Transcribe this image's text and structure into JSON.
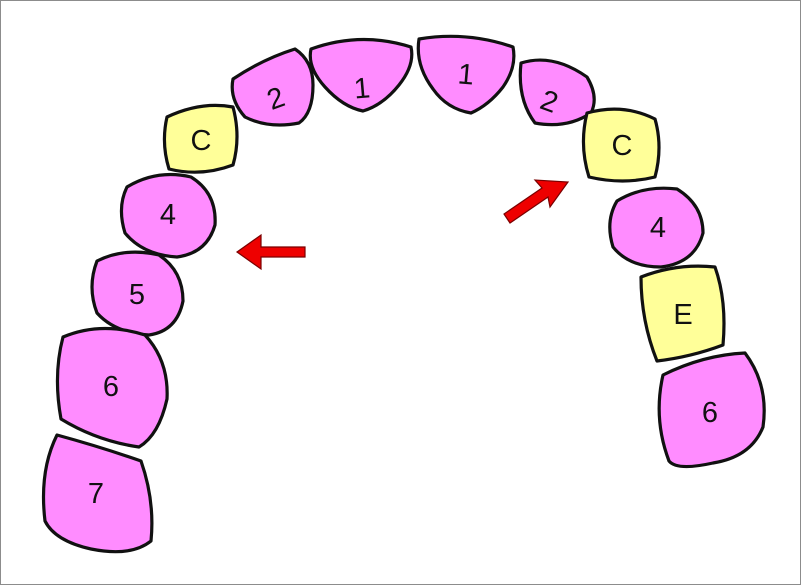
{
  "colors": {
    "permanent_tooth_fill": "#ff8cff",
    "primary_tooth_fill": "#ffff99",
    "outline": "#111111",
    "arrow": "#ee0000"
  },
  "arch": {
    "left_side": [
      {
        "label": "1",
        "type": "permanent"
      },
      {
        "label": "2",
        "type": "permanent"
      },
      {
        "label": "C",
        "type": "primary"
      },
      {
        "label": "4",
        "type": "permanent"
      },
      {
        "label": "5",
        "type": "permanent"
      },
      {
        "label": "6",
        "type": "permanent"
      },
      {
        "label": "7",
        "type": "permanent"
      }
    ],
    "right_side": [
      {
        "label": "1",
        "type": "permanent"
      },
      {
        "label": "2",
        "type": "permanent"
      },
      {
        "label": "C",
        "type": "primary"
      },
      {
        "label": "4",
        "type": "permanent"
      },
      {
        "label": "E",
        "type": "primary"
      },
      {
        "label": "6",
        "type": "permanent"
      }
    ]
  },
  "arrows": [
    {
      "name": "left-arrow",
      "direction": "left"
    },
    {
      "name": "right-arrow",
      "direction": "up-right"
    }
  ]
}
